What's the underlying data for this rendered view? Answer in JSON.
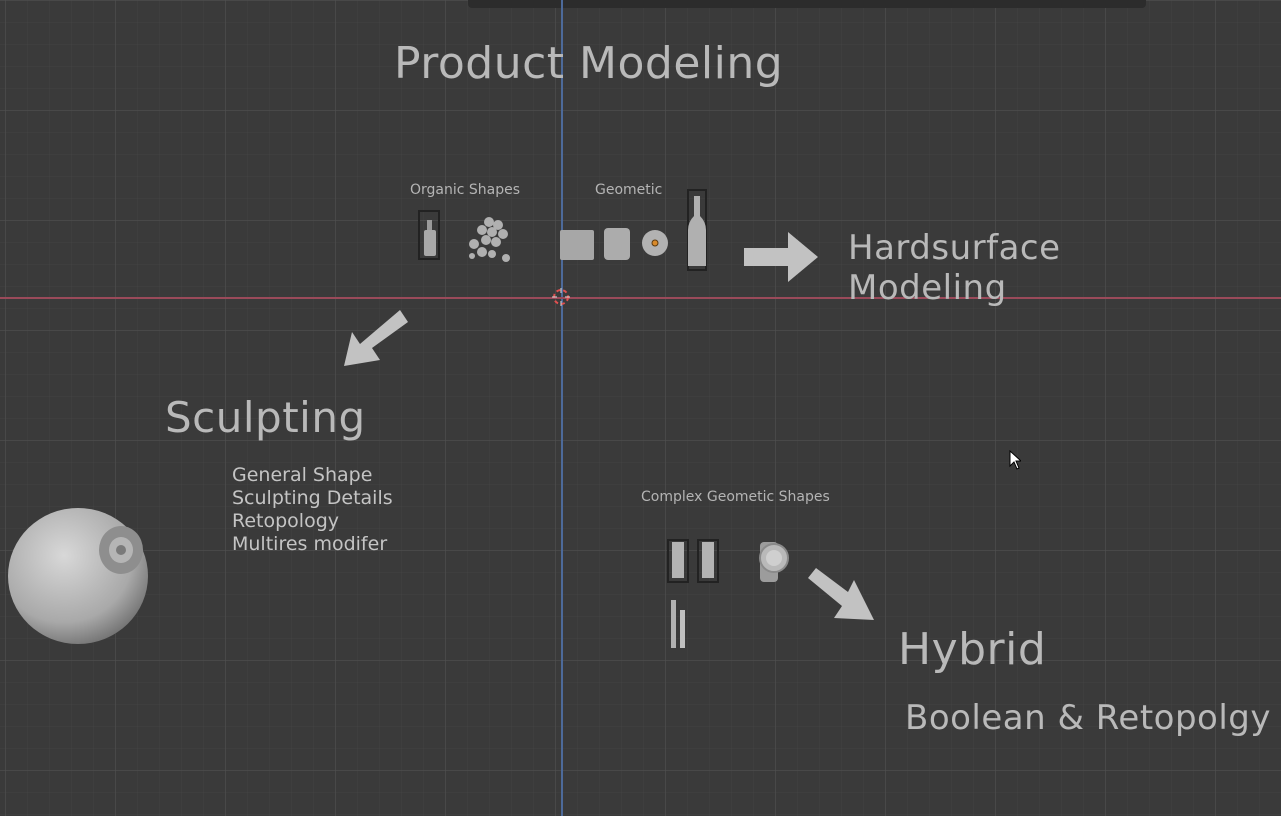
{
  "viewport": {
    "title": "Product Modeling",
    "categories": {
      "organic": "Organic Shapes",
      "geometric": "Geometic",
      "complex": "Complex Geometic Shapes"
    },
    "hardsurface": {
      "line1": "Hardsurface",
      "line2": "Modeling"
    },
    "sculpting": {
      "title": "Sculpting",
      "steps": [
        "General Shape",
        "Sculpting Details",
        "Retopology",
        "Multires modifer"
      ]
    },
    "hybrid": {
      "title": "Hybrid",
      "subtitle": "Boolean & Retopolgy"
    }
  },
  "colors": {
    "background": "#3a3a3a",
    "axis_x": "#9a4a5a",
    "axis_y": "#4d6a9a",
    "text": "#bdbdbd",
    "object": "#a8a8a8"
  },
  "icons": [
    "3d-cursor-icon",
    "mouse-pointer-icon",
    "arrow-right-icon",
    "arrow-down-left-icon",
    "arrow-down-right-icon"
  ]
}
